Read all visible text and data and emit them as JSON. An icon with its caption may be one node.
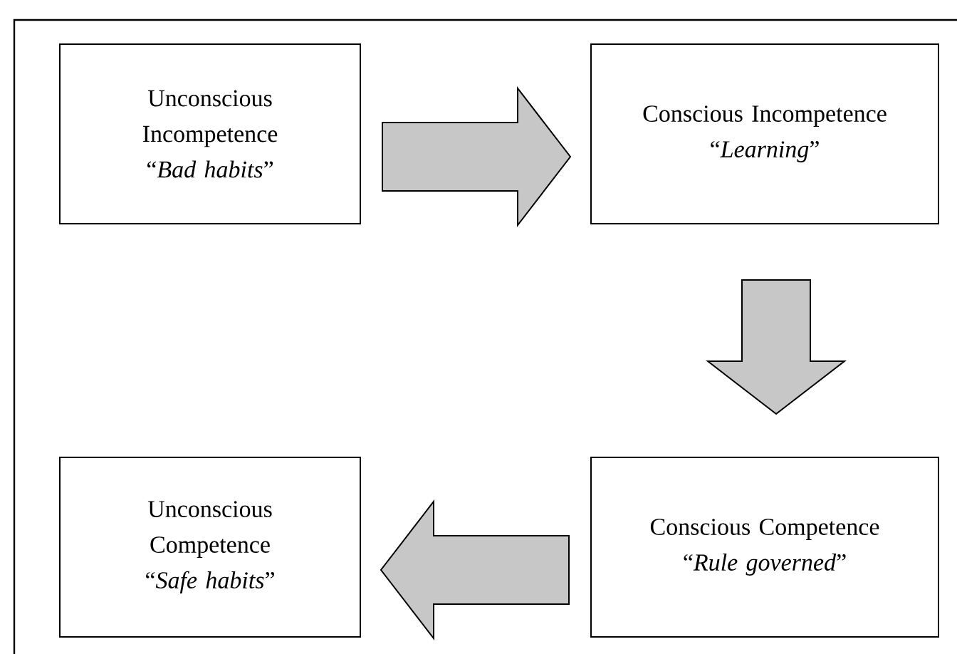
{
  "diagram": {
    "nodes": [
      {
        "text": [
          "Unconscious Incompetence",
          "“*Bad habits*”"
        ]
      },
      {
        "text": [
          "Conscious Incompetence",
          "“*Learning*”"
        ]
      },
      {
        "text": [
          "Unconscious Competence",
          "“*Safe habits*”"
        ]
      },
      {
        "text": [
          "Conscious Competence",
          "“*Rule governed*”"
        ]
      }
    ],
    "edges": [
      {
        "from": 0,
        "to": 1,
        "arrow": "to"
      },
      {
        "from": 1,
        "to": 3,
        "arrow": "to"
      },
      {
        "from": 3,
        "to": 2,
        "arrow": "to"
      }
    ]
  }
}
